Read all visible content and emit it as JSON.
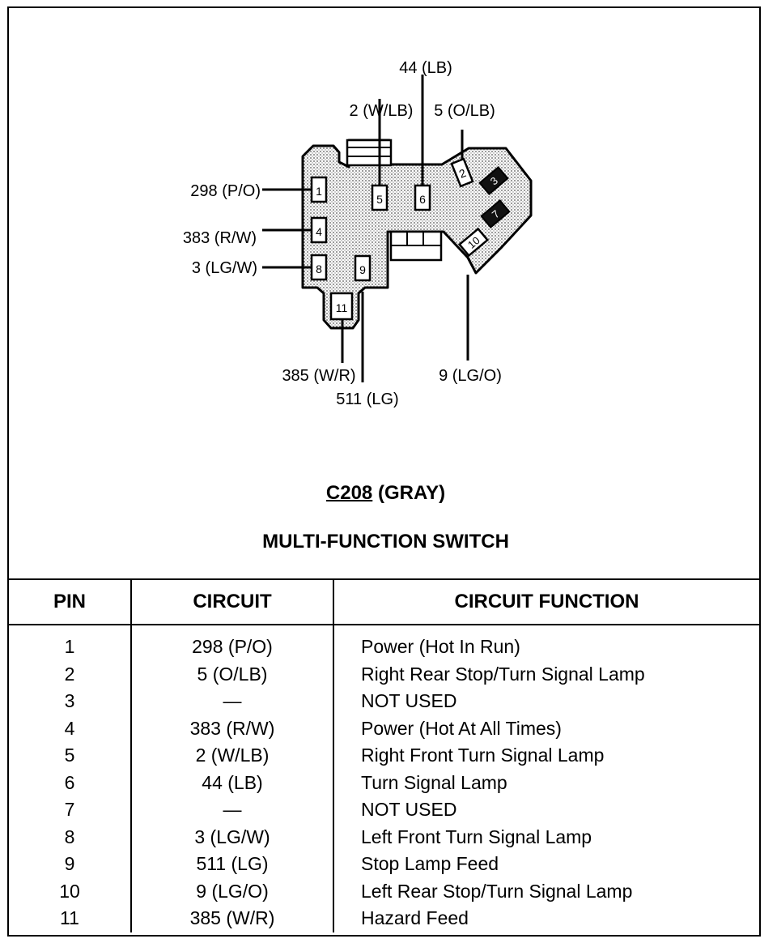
{
  "connector": {
    "id": "C208",
    "color": "(GRAY)",
    "name": "MULTI-FUNCTION SWITCH"
  },
  "callouts": {
    "pin1": "298 (P/O)",
    "pin4": "383 (R/W)",
    "pin8": "3 (LG/W)",
    "pin5": "2 (W/LB)",
    "pin6": "44 (LB)",
    "pin2": "5 (O/LB)",
    "pin11": "385 (W/R)",
    "pin9": "511 (LG)",
    "pin10": "9 (LG/O)"
  },
  "pin_labels": {
    "p1": "1",
    "p2": "2",
    "p3": "3",
    "p4": "4",
    "p5": "5",
    "p6": "6",
    "p7": "7",
    "p8": "8",
    "p9": "9",
    "p10": "10",
    "p11": "11"
  },
  "table": {
    "headers": [
      "PIN",
      "CIRCUIT",
      "CIRCUIT FUNCTION"
    ],
    "rows": [
      [
        "1",
        "298 (P/O)",
        "Power (Hot In Run)"
      ],
      [
        "2",
        "5 (O/LB)",
        "Right Rear Stop/Turn Signal Lamp"
      ],
      [
        "3",
        "—",
        "NOT USED"
      ],
      [
        "4",
        "383 (R/W)",
        "Power (Hot At All Times)"
      ],
      [
        "5",
        "2 (W/LB)",
        "Right Front Turn Signal Lamp"
      ],
      [
        "6",
        "44 (LB)",
        "Turn Signal Lamp"
      ],
      [
        "7",
        "—",
        "NOT USED"
      ],
      [
        "8",
        "3 (LG/W)",
        "Left Front Turn Signal Lamp"
      ],
      [
        "9",
        "511 (LG)",
        "Stop Lamp Feed"
      ],
      [
        "10",
        "9 (LG/O)",
        "Left Rear Stop/Turn Signal Lamp"
      ],
      [
        "11",
        "385 (W/R)",
        "Hazard Feed"
      ]
    ]
  },
  "colors": {
    "ink": "#000000",
    "connector_fill": "#d6d6d6",
    "paper": "#ffffff"
  }
}
